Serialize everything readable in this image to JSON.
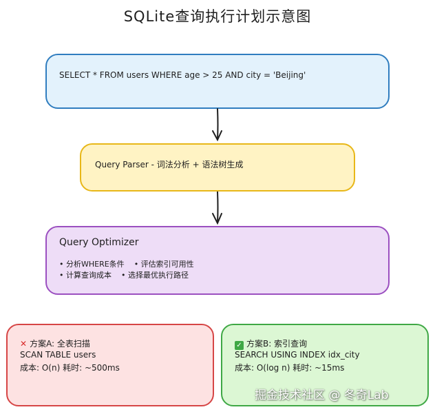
{
  "title": "SQLite查询执行计划示意图",
  "query": {
    "text": "SELECT * FROM users WHERE age > 25 AND city = 'Beijing'"
  },
  "parser": {
    "text": "Query Parser - 词法分析 + 语法树生成"
  },
  "optimizer": {
    "title": "Query Optimizer",
    "items": [
      "• 分析WHERE条件",
      "• 评估索引可用性",
      "• 计算查询成本",
      "• 选择最优执行路径"
    ]
  },
  "plan_a": {
    "heading": "方案A: 全表扫描",
    "operation": "SCAN TABLE users",
    "cost": "成本: O(n)  耗时: ~500ms",
    "mark_icon": "cross-mark-icon"
  },
  "plan_b": {
    "heading": "方案B: 索引查询",
    "operation": "SEARCH USING INDEX idx_city",
    "cost": "成本: O(log n)  耗时: ~15ms",
    "mark_icon": "check-mark-icon"
  },
  "watermark": "掘金技术社区 @ 冬奇Lab",
  "colors": {
    "query_fill": "#e3f2fc",
    "query_stroke": "#2f7dbf",
    "parser_fill": "#fff3c4",
    "parser_stroke": "#e8b718",
    "optimizer_fill": "#eeddf7",
    "optimizer_stroke": "#9b4fc0",
    "plan_a_fill": "#fde2e2",
    "plan_a_stroke": "#d64545",
    "plan_b_fill": "#dcf7d4",
    "plan_b_stroke": "#3fa845"
  }
}
